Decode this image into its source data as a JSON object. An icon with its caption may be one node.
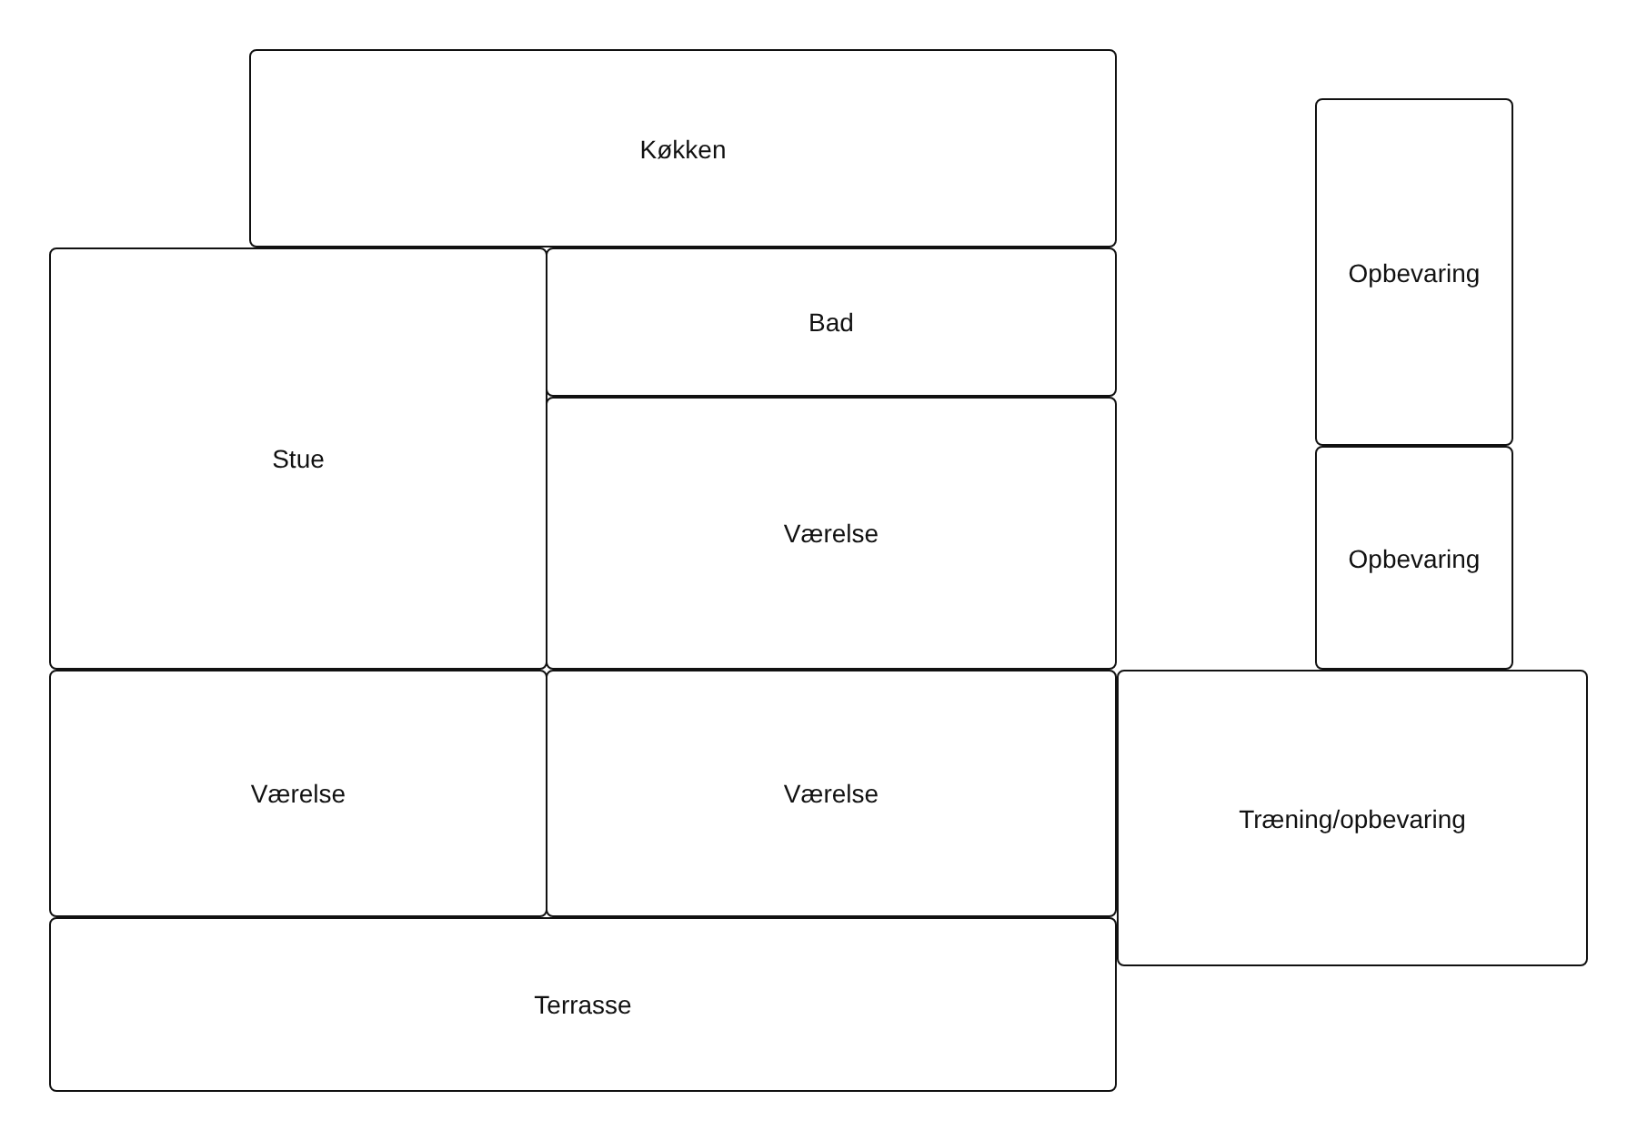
{
  "diagram": {
    "nodes": [
      {
        "text": [
          "Køkken"
        ]
      },
      {
        "text": [
          "Opbevaring"
        ]
      },
      {
        "text": [
          "Stue"
        ]
      },
      {
        "text": [
          "Bad"
        ]
      },
      {
        "text": [
          "Værelse"
        ]
      },
      {
        "text": [
          "Opbevaring"
        ]
      },
      {
        "text": [
          "Værelse"
        ]
      },
      {
        "text": [
          "Værelse"
        ]
      },
      {
        "text": [
          "Træning/opbevaring"
        ]
      },
      {
        "text": [
          "Terrasse"
        ]
      }
    ]
  }
}
